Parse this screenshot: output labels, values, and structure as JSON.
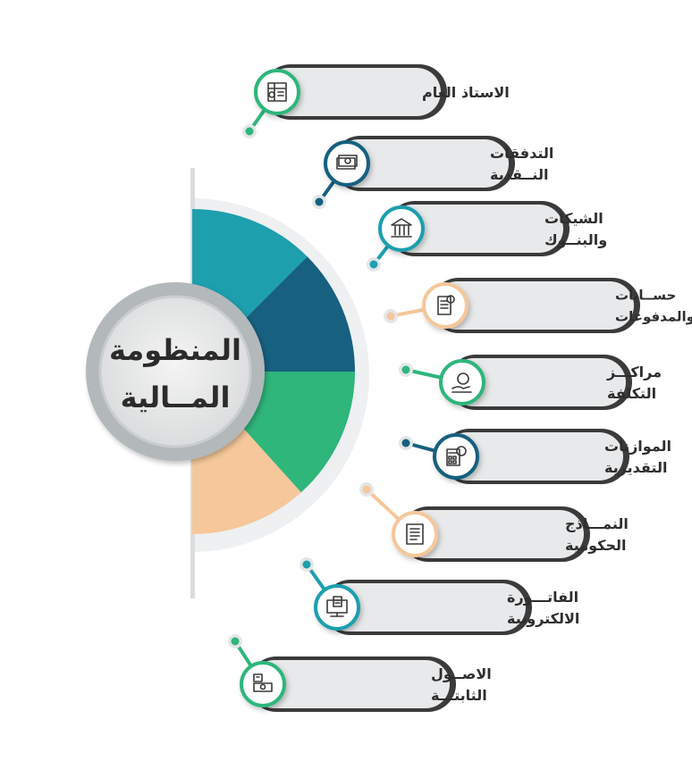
{
  "center": {
    "line1": "المنظومة",
    "line2": "المــالية"
  },
  "colors": {
    "teal": "#1d9fae",
    "navy": "#17607f",
    "green": "#2fb67b",
    "peach": "#f5c79a"
  },
  "items": [
    {
      "lines": [
        "الاستاذ العام"
      ],
      "color": "#2fb67b",
      "icon": "ledger-icon"
    },
    {
      "lines": [
        "التدفقات",
        "النــقدية"
      ],
      "color": "#17607f",
      "icon": "cash-flow-icon"
    },
    {
      "lines": [
        "الشيكات",
        "والبنــوك"
      ],
      "color": "#1d9fae",
      "icon": "bank-icon"
    },
    {
      "lines": [
        "حســابات",
        "المقبوضات والمدفوعات"
      ],
      "color": "#f5c79a",
      "icon": "receipts-icon"
    },
    {
      "lines": [
        "مراكـــز",
        "التكلفة"
      ],
      "color": "#2fb67b",
      "icon": "cost-center-icon"
    },
    {
      "lines": [
        "الموازنات",
        "التقديرية"
      ],
      "color": "#17607f",
      "icon": "budget-calculator-icon"
    },
    {
      "lines": [
        "النمـــاذج",
        "الحكومية"
      ],
      "color": "#f5c79a",
      "icon": "government-forms-icon"
    },
    {
      "lines": [
        "الفاتـــورة",
        "الالكترونية"
      ],
      "color": "#1d9fae",
      "icon": "e-invoice-icon"
    },
    {
      "lines": [
        "الاصــول",
        "الثابتـــة"
      ],
      "color": "#2fb67b",
      "icon": "fixed-assets-icon"
    }
  ]
}
